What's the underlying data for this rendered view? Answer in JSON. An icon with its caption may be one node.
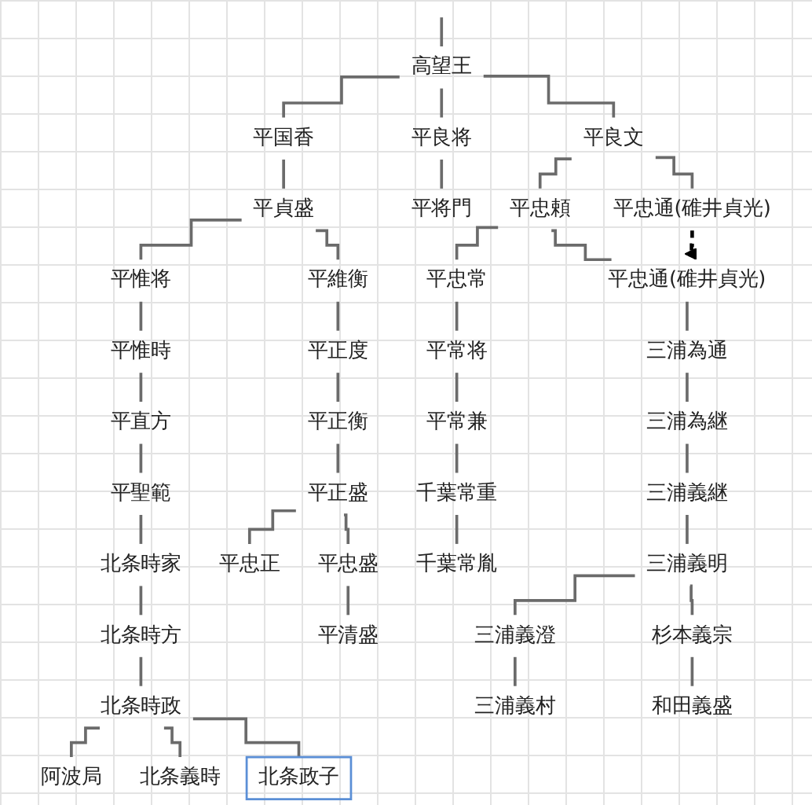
{
  "diagram": {
    "nodes": [
      {
        "text": [
          "高望王"
        ]
      },
      {
        "text": [
          "平国香"
        ]
      },
      {
        "text": [
          "平良将"
        ]
      },
      {
        "text": [
          "平良文"
        ]
      },
      {
        "text": [
          "平貞盛"
        ]
      },
      {
        "text": [
          "平将門"
        ]
      },
      {
        "text": [
          "平忠頼"
        ]
      },
      {
        "text": [
          "平忠通(碓井貞光)"
        ]
      },
      {
        "text": [
          "平惟将"
        ]
      },
      {
        "text": [
          "平維衡"
        ]
      },
      {
        "text": [
          "平忠常"
        ]
      },
      {
        "text": [
          "平忠通(碓井貞光)"
        ]
      },
      {
        "text": [
          "平惟時"
        ]
      },
      {
        "text": [
          "平正度"
        ]
      },
      {
        "text": [
          "平常将"
        ]
      },
      {
        "text": [
          "三浦為通"
        ]
      },
      {
        "text": [
          "平直方"
        ]
      },
      {
        "text": [
          "平正衡"
        ]
      },
      {
        "text": [
          "平常兼"
        ]
      },
      {
        "text": [
          "三浦為継"
        ]
      },
      {
        "text": [
          "平聖範"
        ]
      },
      {
        "text": [
          "平正盛"
        ]
      },
      {
        "text": [
          "千葉常重"
        ]
      },
      {
        "text": [
          "三浦義継"
        ]
      },
      {
        "text": [
          "北条時家"
        ]
      },
      {
        "text": [
          "平忠正"
        ]
      },
      {
        "text": [
          "平忠盛"
        ]
      },
      {
        "text": [
          "千葉常胤"
        ]
      },
      {
        "text": [
          "三浦義明"
        ]
      },
      {
        "text": [
          "北条時方"
        ]
      },
      {
        "text": [
          "平清盛"
        ]
      },
      {
        "text": [
          "三浦義澄"
        ]
      },
      {
        "text": [
          "杉本義宗"
        ]
      },
      {
        "text": [
          "北条時政"
        ]
      },
      {
        "text": [
          "三浦義村"
        ]
      },
      {
        "text": [
          "和田義盛"
        ]
      },
      {
        "text": [
          "阿波局"
        ]
      },
      {
        "text": [
          "北条義時"
        ]
      },
      {
        "text": [
          "北条政子"
        ]
      }
    ],
    "edges": [
      {
        "from": null,
        "to": 0,
        "arrow": "none"
      },
      {
        "from": 0,
        "to": 1,
        "arrow": "none"
      },
      {
        "from": 0,
        "to": 2,
        "arrow": "none"
      },
      {
        "from": 0,
        "to": 3,
        "arrow": "none"
      },
      {
        "from": 1,
        "to": 4,
        "arrow": "none"
      },
      {
        "from": 2,
        "to": 5,
        "arrow": "none"
      },
      {
        "from": 3,
        "to": 7,
        "arrow": "none"
      },
      {
        "from": 3,
        "to": 6,
        "arrow": "none"
      },
      {
        "from": 4,
        "to": 8,
        "arrow": "none"
      },
      {
        "from": 4,
        "to": 9,
        "arrow": "none"
      },
      {
        "from": 6,
        "to": 11,
        "arrow": "none"
      },
      {
        "from": 6,
        "to": 10,
        "arrow": "none"
      },
      {
        "from": 7,
        "to": 11,
        "arrow": "to",
        "style": "dashed",
        "color": "#000000"
      },
      {
        "from": 8,
        "to": 12,
        "arrow": "none"
      },
      {
        "from": 9,
        "to": 13,
        "arrow": "none"
      },
      {
        "from": 10,
        "to": 14,
        "arrow": "none"
      },
      {
        "from": 11,
        "to": 15,
        "arrow": "none"
      },
      {
        "from": 12,
        "to": 16,
        "arrow": "none"
      },
      {
        "from": 13,
        "to": 17,
        "arrow": "none"
      },
      {
        "from": 14,
        "to": 18,
        "arrow": "none"
      },
      {
        "from": 15,
        "to": 19,
        "arrow": "none"
      },
      {
        "from": 16,
        "to": 20,
        "arrow": "none"
      },
      {
        "from": 17,
        "to": 21,
        "arrow": "none"
      },
      {
        "from": 18,
        "to": 22,
        "arrow": "none"
      },
      {
        "from": 19,
        "to": 23,
        "arrow": "none"
      },
      {
        "from": 20,
        "to": 24,
        "arrow": "none"
      },
      {
        "from": 21,
        "to": 25,
        "arrow": "none"
      },
      {
        "from": 21,
        "to": 26,
        "arrow": "none"
      },
      {
        "from": 22,
        "to": 27,
        "arrow": "none"
      },
      {
        "from": 23,
        "to": 28,
        "arrow": "none"
      },
      {
        "from": 24,
        "to": 29,
        "arrow": "none"
      },
      {
        "from": 26,
        "to": 30,
        "arrow": "none"
      },
      {
        "from": 28,
        "to": 31,
        "arrow": "none"
      },
      {
        "from": 28,
        "to": 32,
        "arrow": "none"
      },
      {
        "from": 29,
        "to": 33,
        "arrow": "none"
      },
      {
        "from": 31,
        "to": 34,
        "arrow": "none"
      },
      {
        "from": 32,
        "to": 35,
        "arrow": "none"
      },
      {
        "from": 33,
        "to": 36,
        "arrow": "none"
      },
      {
        "from": 33,
        "to": 37,
        "arrow": "none"
      },
      {
        "from": 33,
        "to": 38,
        "arrow": "none"
      }
    ]
  }
}
